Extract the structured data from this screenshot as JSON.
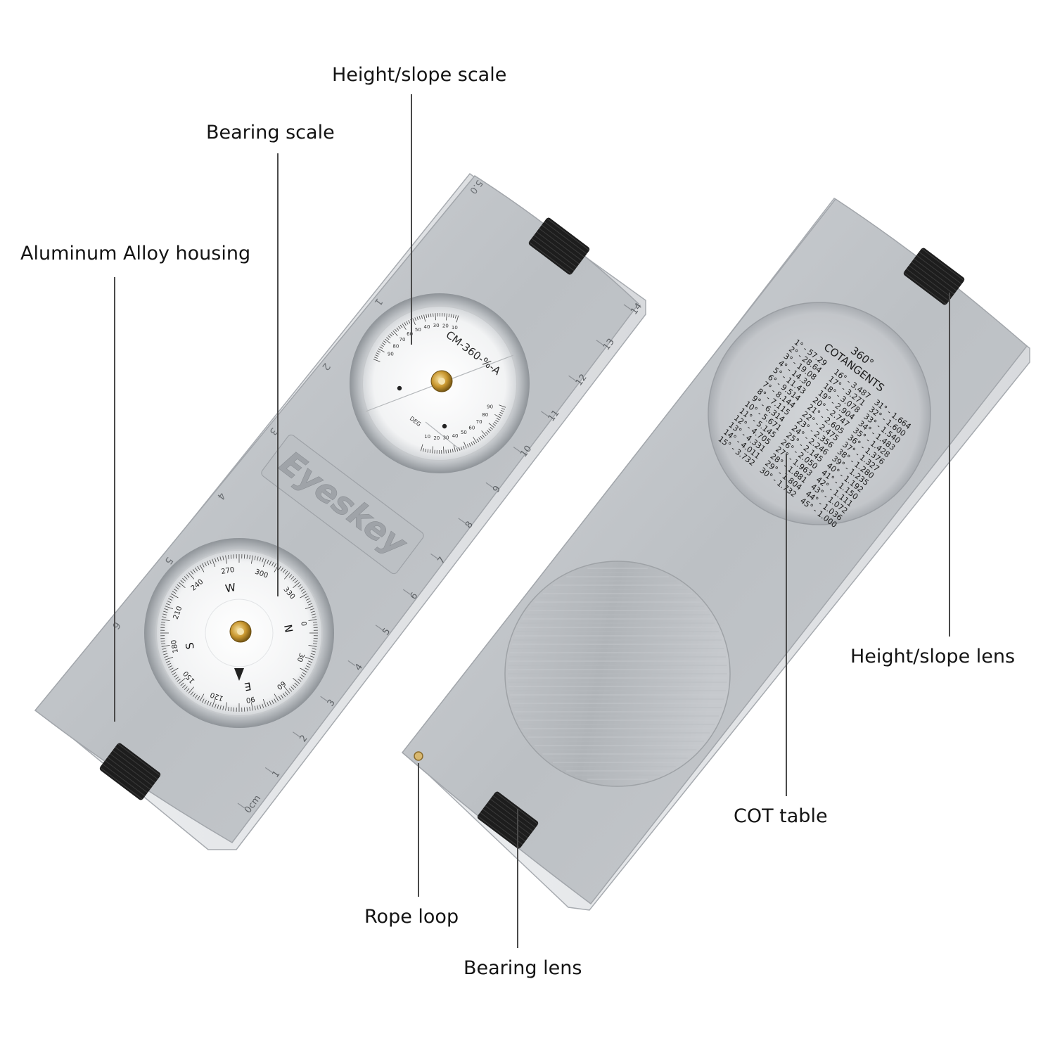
{
  "callouts": {
    "height_slope_scale": "Height/slope scale",
    "bearing_scale": "Bearing scale",
    "housing": "Aluminum Alloy housing",
    "height_slope_lens": "Height/slope lens",
    "cot_table": "COT table",
    "rope_loop": "Rope loop",
    "bearing_lens": "Bearing lens"
  },
  "front": {
    "brand": "Eyeskey",
    "ruler_cm": [
      "0cm",
      "1",
      "2",
      "3",
      "4",
      "5",
      "6",
      "7",
      "8",
      "9",
      "10",
      "11",
      "12",
      "13",
      "14"
    ],
    "ruler_in": [
      "1",
      "2",
      "3",
      "4",
      "5",
      "6"
    ],
    "ruler_end": "5.0",
    "clinometer": {
      "model": "CM-360-%-A",
      "deg_label": "DEG",
      "pct_ticks": [
        "90",
        "80",
        "70",
        "60",
        "50",
        "40",
        "30",
        "20",
        "10"
      ],
      "deg_ticks": [
        "10",
        "20",
        "30",
        "40",
        "50",
        "60",
        "70",
        "80",
        "90"
      ]
    },
    "compass": {
      "cardinals": [
        "S",
        "W",
        "N",
        "E"
      ],
      "degrees": [
        "180",
        "210",
        "240",
        "270",
        "300",
        "330",
        "0",
        "30",
        "60",
        "90",
        "120",
        "150"
      ]
    }
  },
  "back": {
    "table_title_1": "360°",
    "table_title_2": "COTANGENTS",
    "col1": [
      "1° - 57.29",
      "2° - 28.64",
      "3° - 19.08",
      "4° - 14.30",
      "5° - 11.43",
      "6° - 9.514",
      "7° - 8.144",
      "8° - 7.115",
      "9° - 6.314",
      "10° - 5.671",
      "11° - 5.145",
      "12° - 4.705",
      "13° - 4.331",
      "14° - 4.011",
      "15° - 3.732"
    ],
    "col2": [
      "16° - 3.487",
      "17° - 3.271",
      "18° - 3.078",
      "19° - 2.904",
      "20° - 2.747",
      "21° - 2.605",
      "22° - 2.475",
      "23° - 2.356",
      "24° - 2.246",
      "25° - 2.145",
      "26° - 2.050",
      "27° - 1.963",
      "28° - 1.881",
      "29° - 1.804",
      "30° - 1.732"
    ],
    "col3": [
      "31° - 1.664",
      "32° - 1.600",
      "33° - 1.540",
      "34° - 1.483",
      "35° - 1.428",
      "36° - 1.376",
      "37° - 1.327",
      "38° - 1.280",
      "39° - 1.235",
      "40° - 1.192",
      "41° - 1.150",
      "42° - 1.111",
      "43° - 1.072",
      "44° - 1.036",
      "45° - 1.000"
    ]
  },
  "colors": {
    "background": "#ffffff",
    "aluminum": "#c2c5c9",
    "knob": "#1c1c1c",
    "label_text": "#141414",
    "leader_line": "#4a4a4a"
  }
}
